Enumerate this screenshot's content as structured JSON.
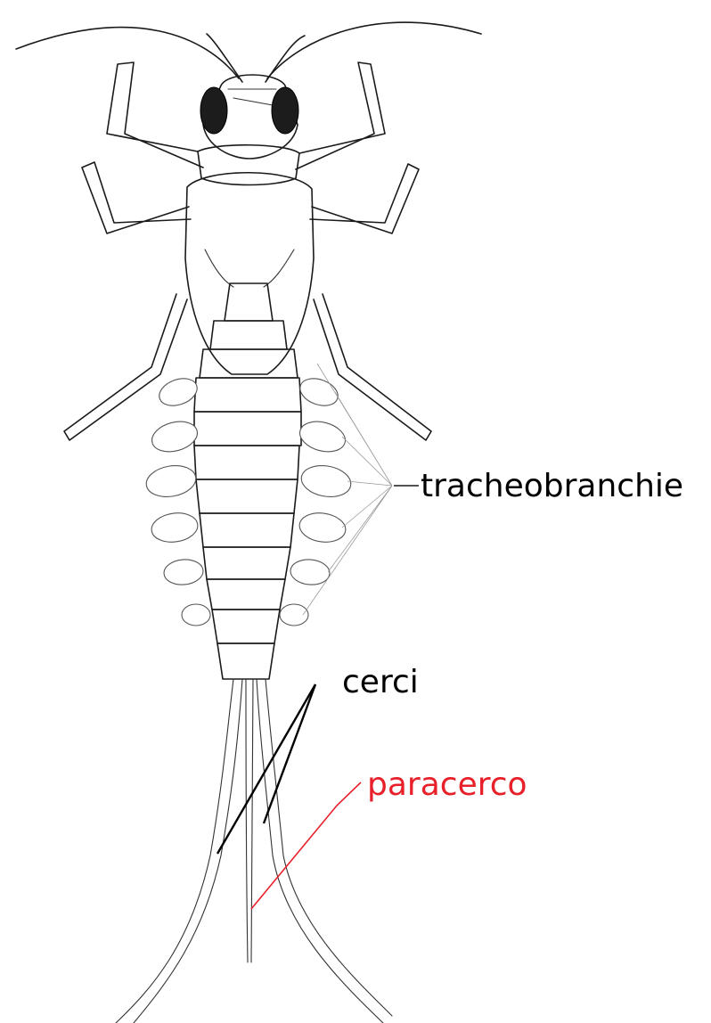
{
  "labels": {
    "gills": "tracheobranchie",
    "cerci": "cerci",
    "paracercus": "paracerco"
  },
  "colors": {
    "ink": "#1a1a1a",
    "gills_label": "#000000",
    "cerci_label": "#000000",
    "paracercus_label": "#e8202a",
    "leader_black": "#000000",
    "leader_red": "#e8202a"
  }
}
